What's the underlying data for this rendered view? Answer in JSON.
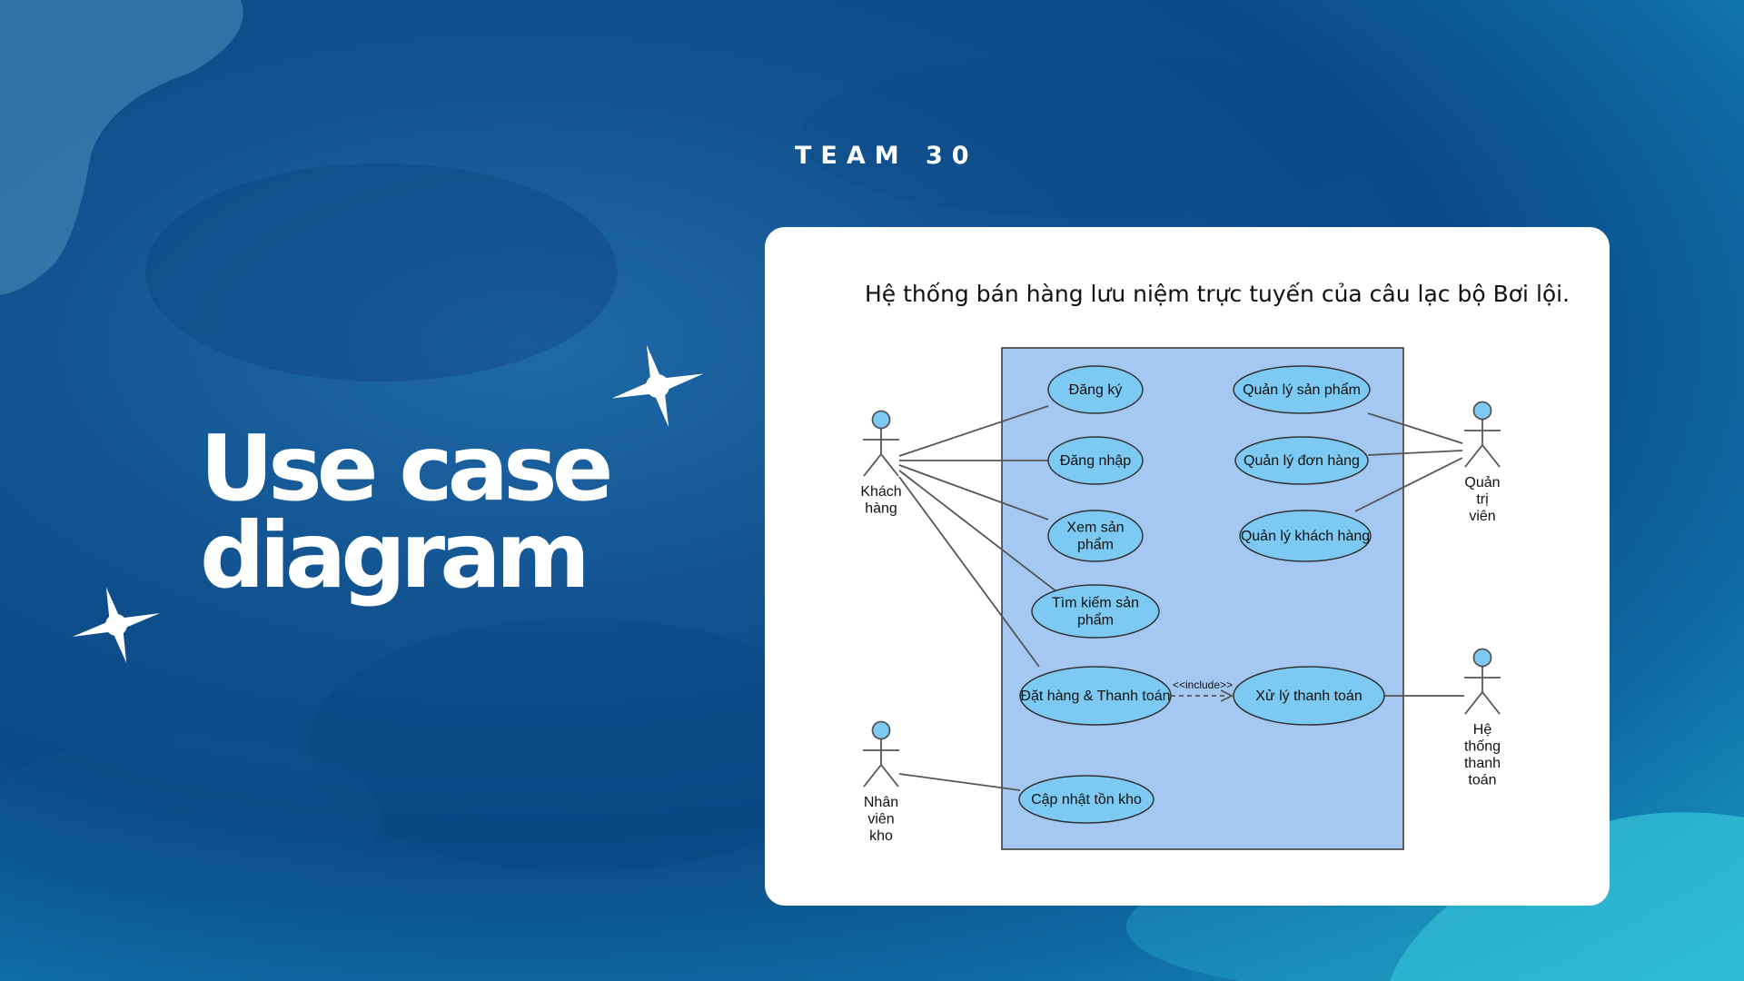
{
  "slide": {
    "team_label": "TEAM 30",
    "heading_line1": "Use case",
    "heading_line2": "diagram"
  },
  "diagram": {
    "title": "Hệ thống bán hàng lưu niệm trực tuyến của câu lạc bộ Bơi lội.",
    "actors": {
      "customer": [
        "Khách",
        "hàng"
      ],
      "admin": [
        "Quản",
        "trị",
        "viên"
      ],
      "payment_system": [
        "Hệ",
        "thống",
        "thanh",
        "toán"
      ],
      "warehouse_staff": [
        "Nhân",
        "viên",
        "kho"
      ]
    },
    "use_cases": {
      "register": [
        "Đăng ký"
      ],
      "login": [
        "Đăng nhập"
      ],
      "view_products": [
        "Xem sản",
        "phẩm"
      ],
      "search_products": [
        "Tìm kiếm sản",
        "phẩm"
      ],
      "order_payment": [
        "Đặt hàng & Thanh toán"
      ],
      "process_payment": [
        "Xử lý thanh toán"
      ],
      "update_stock": [
        "Cập nhật tồn kho"
      ],
      "manage_products": [
        "Quản lý sản phẩm"
      ],
      "manage_orders": [
        "Quản lý đơn hàng"
      ],
      "manage_customers": [
        "Quản lý khách hàng"
      ]
    },
    "include_label": "<<include>>"
  },
  "colors": {
    "system_box_fill": "#a5c8f2",
    "use_case_fill": "#7ccaf3",
    "line": "#555555"
  },
  "icons": [
    "sparkle-icon",
    "actor-icon"
  ]
}
